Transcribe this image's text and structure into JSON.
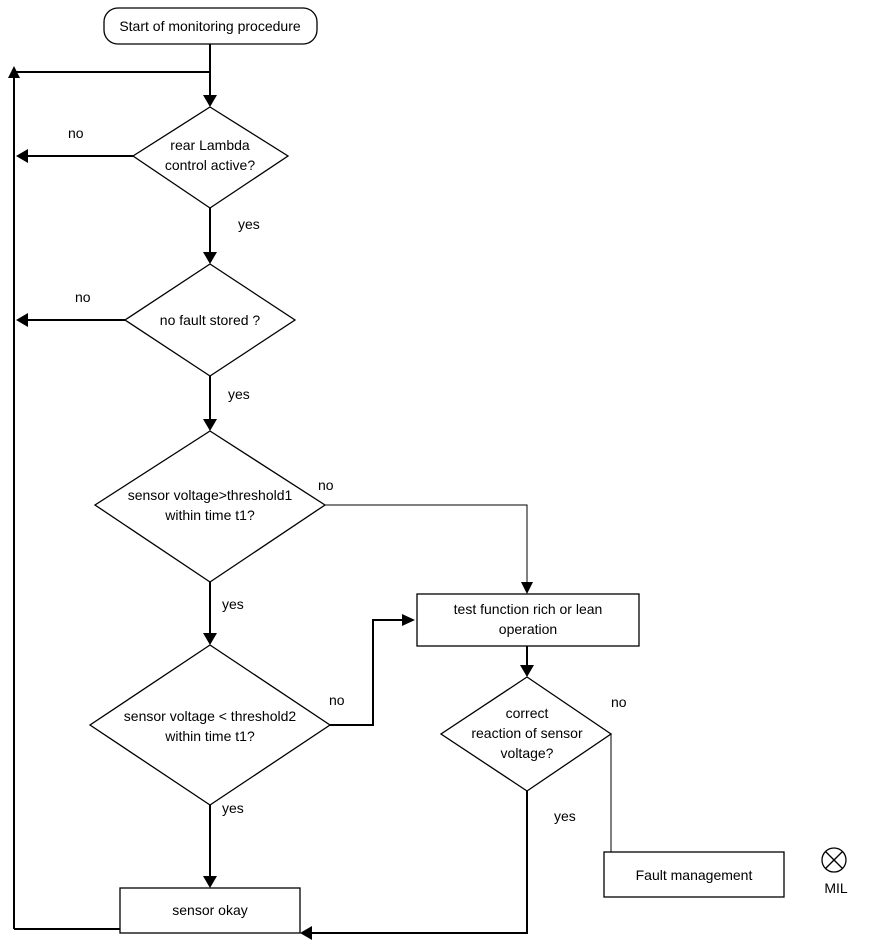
{
  "start": {
    "label": "Start of monitoring procedure"
  },
  "decisions": {
    "lambda": {
      "line1": "rear Lambda",
      "line2": "control active?"
    },
    "fault": {
      "line1": "no fault stored ?"
    },
    "threshold1": {
      "line1": "sensor voltage>threshold1",
      "line2": "within time t1?"
    },
    "threshold2": {
      "line1": "sensor voltage < threshold2",
      "line2": "within time t1?"
    },
    "reaction": {
      "line1": "correct",
      "line2": "reaction of sensor",
      "line3": "voltage?"
    }
  },
  "processes": {
    "test_function": {
      "line1": "test function rich or lean",
      "line2": "operation"
    },
    "sensor_okay": {
      "label": "sensor okay"
    },
    "fault_management": {
      "label": "Fault management"
    }
  },
  "edge_labels": {
    "lambda_no": "no",
    "lambda_yes": "yes",
    "fault_no": "no",
    "fault_yes": "yes",
    "threshold1_no": "no",
    "threshold1_yes": "yes",
    "threshold2_no": "no",
    "threshold2_yes": "yes",
    "reaction_no": "no",
    "reaction_yes": "yes"
  },
  "mil": {
    "label": "MIL",
    "icon": "lamp-icon"
  }
}
